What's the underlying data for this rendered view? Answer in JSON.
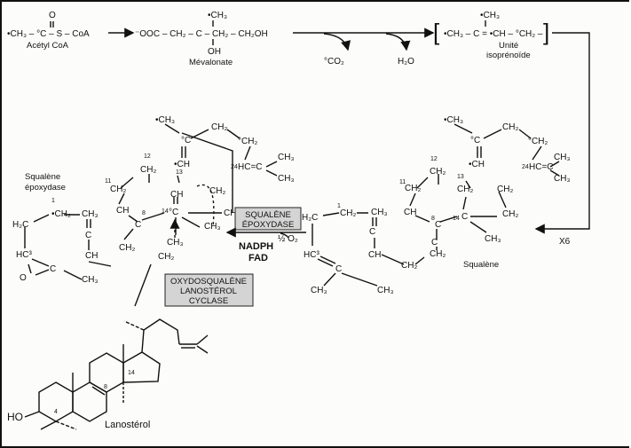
{
  "top_row": {
    "acetyl_coa": {
      "formula": "•CH₃ – °C – S – CoA",
      "oxygen": "O",
      "name": "Acétyl CoA"
    },
    "mevalonate": {
      "formula": "⁻OOC – CH₂ – C – CH₂ – CH₂OH",
      "methyl": "•CH₃",
      "hydroxyl": "OH",
      "name": "Mévalonate"
    },
    "byproducts": {
      "co2": "°CO₂",
      "h2o": "H₂O"
    },
    "isoprenoid": {
      "formula": "•CH₃ – C = •CH – °CH₂ –",
      "methyl": "•CH₃",
      "name_line1": "Unité",
      "name_line2": "isoprénoïde",
      "bracket_open": "[",
      "bracket_close": "]"
    },
    "multiplier": "X6"
  },
  "squalene": {
    "name": "Squalène",
    "atoms": [
      "•CH₃",
      "°C",
      "CH₂",
      "°CH₂",
      "•CH",
      "24",
      "HC=C",
      "CH₃",
      "CH₃",
      "12",
      "CH₂",
      "11",
      "CH₂",
      "13",
      "CH₂",
      "CH₂",
      "CH",
      "8",
      "C",
      "14",
      "C",
      "CH₂",
      "CH₃",
      "C",
      "CH₂",
      "CH₂",
      "1",
      "H₂C",
      "CH₂",
      "CH₃",
      "C",
      "HC³",
      "CH",
      "C",
      "CH₃",
      "CH₃"
    ]
  },
  "epoxide": {
    "enzyme_label_line1": "Squalène",
    "enzyme_label_line2": "époxydase",
    "atoms": [
      "•CH₃",
      "°C",
      "CH₂",
      "°CH₂",
      "•CH",
      "24",
      "HC=C",
      "CH₃",
      "CH₃",
      "12",
      "CH₂",
      "11",
      "CH₂",
      "13",
      "CH",
      "CH₂",
      "CH",
      "8",
      "C",
      "14",
      "°C",
      "CH₂",
      "CH₃",
      "CH₃",
      "CH₂",
      "CH₂",
      "1",
      "•CH₂",
      "CH₃",
      "H₂C",
      "C",
      "CH",
      "HC³",
      "O",
      "C",
      "CH₃"
    ]
  },
  "enzymes": {
    "epoxidase": {
      "line1": "SQUALÈNE",
      "line2": "ÉPOXYDASE",
      "cofactor1": "NADPH",
      "cofactor2": "FAD",
      "oxygen": "½ O₂"
    },
    "cyclase": {
      "line1": "OXYDOSQUALÈNE",
      "line2": "LANOSTÉROL",
      "line3": "CYCLASE"
    }
  },
  "lanosterol": {
    "name": "Lanostérol",
    "hydroxyl": "HO",
    "c4": "4",
    "c8": "8",
    "c14": "14"
  }
}
